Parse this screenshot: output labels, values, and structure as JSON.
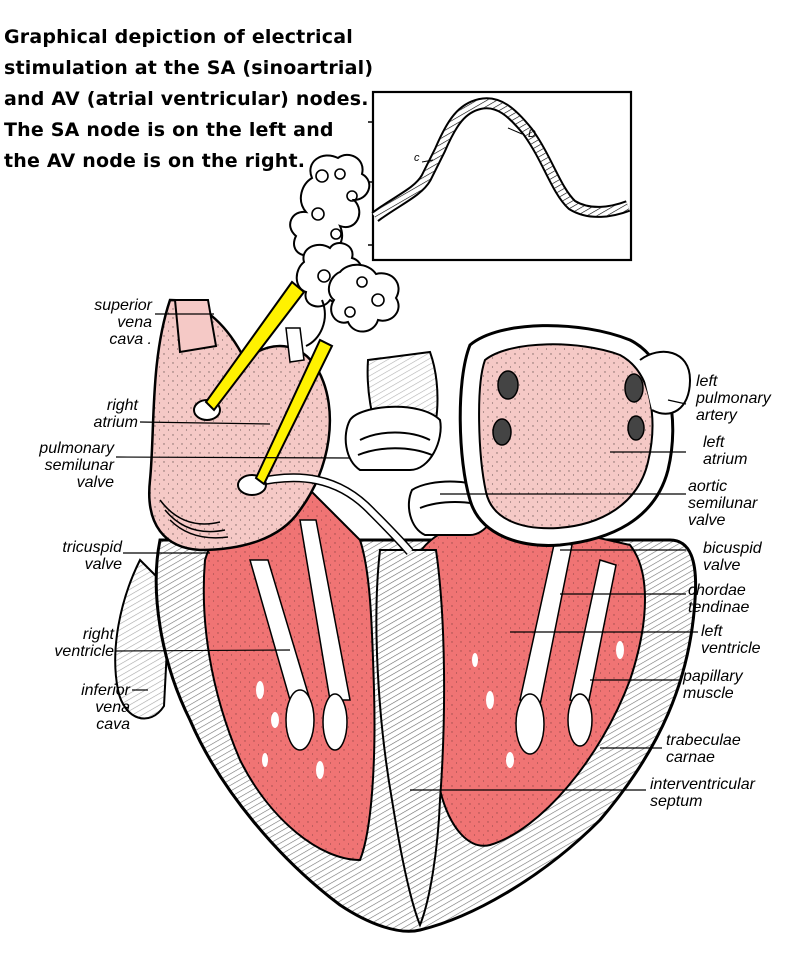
{
  "caption": {
    "line1": "Graphical depiction of electrical",
    "line2": "stimulation at the SA (sinoartrial)",
    "line3": "and AV (atrial ventricular) nodes.",
    "line4": "The SA node is on the left and",
    "line5": "the AV node is on the right."
  },
  "graph": {
    "label_c": "c",
    "label_d": "D"
  },
  "labels": {
    "superior_vena_cava": [
      "superior",
      "vena",
      "cava ."
    ],
    "right_atrium": [
      "right",
      "atrium"
    ],
    "pulmonary_semilunar_valve": [
      "pulmonary",
      "semilunar",
      "valve"
    ],
    "tricuspid_valve": [
      "tricuspid",
      "valve"
    ],
    "right_ventricle": [
      "right",
      "ventricle"
    ],
    "inferior_vena_cava": [
      "inferior",
      "vena",
      "cava"
    ],
    "left_pulmonary_artery": [
      "left",
      "pulmonary",
      "artery"
    ],
    "left_atrium": [
      "left",
      "atrium"
    ],
    "aortic_semilunar_valve": [
      "aortic",
      "semilunar",
      "valve"
    ],
    "bicuspid_valve": [
      "bicuspid",
      "valve"
    ],
    "chordae_tendinae": [
      "chordae",
      "tendinae"
    ],
    "left_ventricle": [
      "left",
      "ventricle"
    ],
    "papillary_muscle": [
      "papillary",
      "muscle"
    ],
    "trabeculae_carnae": [
      "trabeculae",
      "carnae"
    ],
    "interventricular_septum": [
      "interventricular",
      "septum"
    ]
  },
  "colors": {
    "atrium_fill": "#f5c9c6",
    "ventricle_fill": "#f07474",
    "node_marker": "#fff200",
    "ink": "#000000"
  }
}
